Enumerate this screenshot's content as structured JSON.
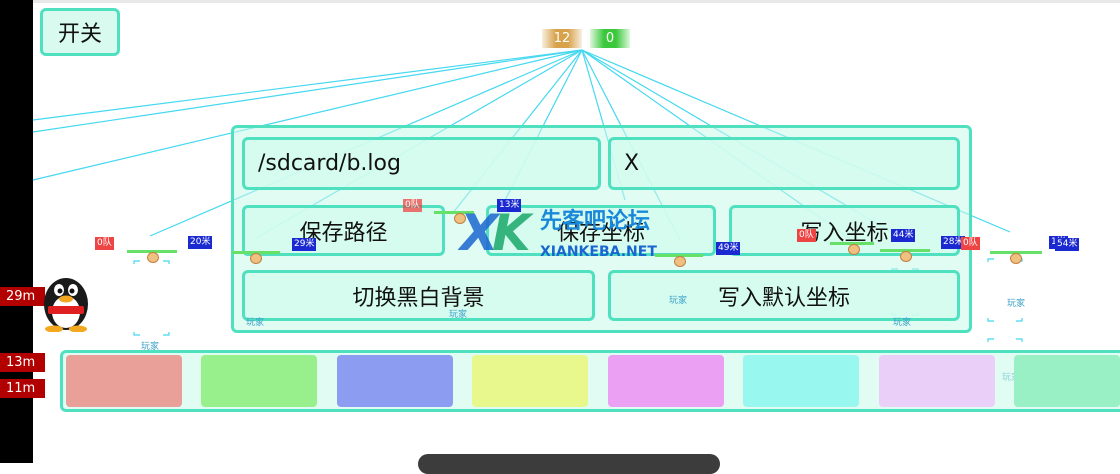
{
  "toolbar": {
    "switch_label": "开关"
  },
  "counters": {
    "enemy": "12",
    "friend": "0"
  },
  "panel": {
    "path_value": "/sdcard/b.log",
    "coord_value": "X",
    "save_path_label": "保存路径",
    "save_coord_label": "保存坐标",
    "write_coord_label": "写入坐标",
    "toggle_bg_label": "切换黑白背景",
    "write_default_label": "写入默认坐标"
  },
  "markers": {
    "tags": [
      "0队",
      "20米",
      "0队",
      "29米",
      "13米",
      "49米",
      "0队",
      "44米",
      "28米",
      "0队",
      "1米",
      "54米"
    ],
    "player_label": "玩家"
  },
  "side_tags": [
    "29m",
    "13m",
    "11m"
  ],
  "watermark": {
    "title": "先客吧论坛",
    "sub": "XIANKEBA.NET"
  },
  "colors": {
    "accent": "#4fe0c0",
    "swatches": [
      "#e8a098",
      "#98f08c",
      "#8c9cf0",
      "#e8f88c",
      "#eca0f4",
      "#98f8f0",
      "#ead0f8",
      "#98f0c4"
    ]
  }
}
